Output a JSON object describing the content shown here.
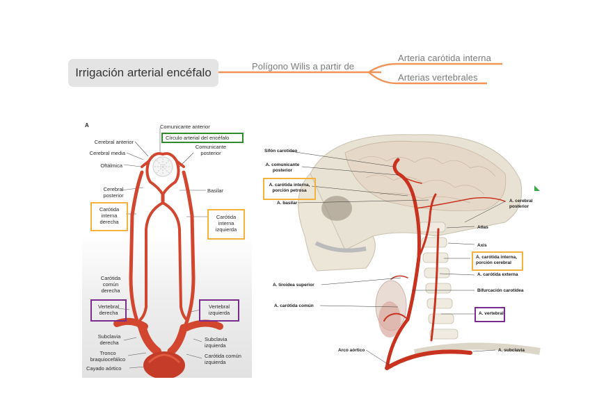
{
  "mindmap": {
    "root": "Irrigación arterial encéfalo",
    "branch": "Polígono Wilis a partir de",
    "leaves": [
      "Arteria carótida interna",
      "Arterias vertebrales"
    ],
    "line_color": "#f0945a"
  },
  "left_figure": {
    "panel_letter": "A",
    "labels": {
      "comunicante_anterior": "Comunicante anterior",
      "circulo": "Círculo arterial del encéfalo",
      "cerebral_anterior": "Cerebral anterior",
      "cerebral_media": "Cerebral media",
      "oftalmica": "Oftálmica",
      "comunicante_posterior": "Comunicante\nposterior",
      "cerebral_posterior": "Cerebral\nposterior",
      "basilar": "Basilar",
      "carotida_interna_derecha": "Carótida\ninterna\nderecha",
      "carotida_interna_izquierda": "Carótida\ninterna\nizquierda",
      "carotida_comun_derecha": "Carótida\ncomún\nderecha",
      "vertebral_derecha": "Vertebral\nderecha",
      "vertebral_izquierda": "Vertebral\nizquierda",
      "subclavia_derecha": "Subclavia\nderecha",
      "subclavia_izquierda": "Subclavia\nizquierda",
      "tronco": "Tronco\nbraquiocefálico",
      "carotida_comun_izquierda": "Carótida común\nizquierda",
      "cayado": "Cayado aórtico"
    },
    "colors": {
      "highlight": "#f4b23a",
      "vertebral_box": "#7a2b8e",
      "circulo_box": "#2f8a2f",
      "artery": "#d2452e"
    }
  },
  "right_figure": {
    "labels": {
      "sifon": "Sifón carotídeo",
      "comunicante_posterior": "A. comunicante\nposterior",
      "carotida_petrosa": "A. carótida interna,\nporción petrosa",
      "basilar": "A. basilar",
      "cerebral_posterior": "A. cerebral\nposterior",
      "atlas": "Atlas",
      "axis": "Axis",
      "carotida_cerebral": "A. carótida interna,\nporción cerebral",
      "carotida_externa": "A. carótida externa",
      "tiroidea": "A. tiroidea superior",
      "bifurcacion": "Bifurcación carotídea",
      "carotida_comun": "A. carótida común",
      "vertebral": "A. vertebral",
      "arco": "Arco aórtico",
      "subclavia": "A. subclavia"
    }
  }
}
